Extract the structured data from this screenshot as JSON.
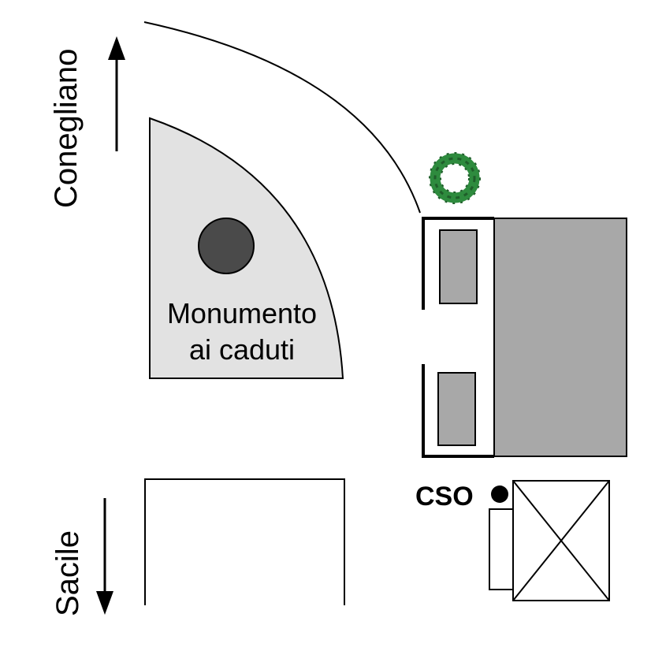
{
  "labels": {
    "north_direction": "Conegliano",
    "south_direction": "Sacile",
    "monument_line1": "Monumento",
    "monument_line2": "ai caduti",
    "cso": "CSO"
  },
  "icons": {
    "north_arrow": "arrow-up-icon",
    "south_arrow": "arrow-down-icon",
    "wreath": "wreath-icon",
    "monument_marker": "dark-circle-marker",
    "cso_marker": "black-dot-marker",
    "crossed_box": "x-box-icon"
  },
  "colors": {
    "monument_area": "#e2e2e2",
    "monument_marker": "#4a4a4a",
    "building": "#a8a8a8",
    "wreath": "#2e8b3e",
    "wreath_dark": "#1f5e2a",
    "line": "#000000"
  }
}
